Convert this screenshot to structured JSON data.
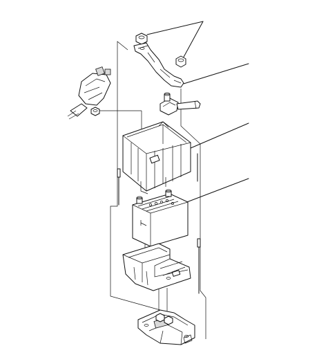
{
  "diagram": {
    "parts": [
      {
        "id": "mounting-nuts"
      },
      {
        "id": "hold-down-bracket"
      },
      {
        "id": "terminal-clamp"
      },
      {
        "id": "battery-box"
      },
      {
        "id": "battery"
      },
      {
        "id": "battery-tray"
      },
      {
        "id": "tray-bracket"
      },
      {
        "id": "hold-down-rods"
      },
      {
        "id": "fuse-box-connector"
      }
    ],
    "callouts": [
      {
        "target": "mounting-nuts"
      },
      {
        "target": "hold-down-bracket"
      },
      {
        "target": "battery-box"
      },
      {
        "target": "battery"
      }
    ],
    "line_color": "#111111",
    "background": "#ffffff"
  }
}
